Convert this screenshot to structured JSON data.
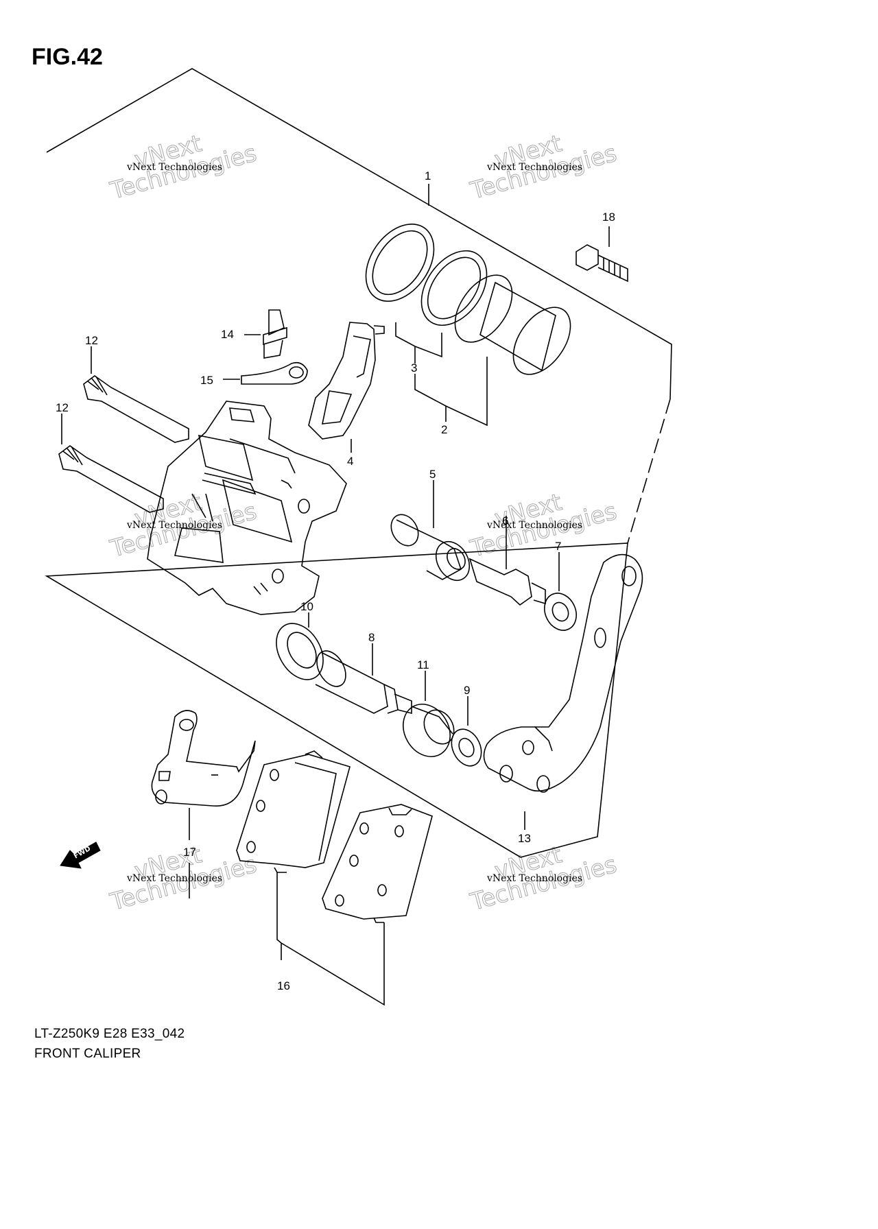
{
  "figure": {
    "title": "FIG.42",
    "code": "LT-Z250K9 E28 E33_042",
    "caption": "FRONT CALIPER"
  },
  "callouts": [
    "1",
    "2",
    "3",
    "4",
    "5",
    "6",
    "7",
    "8",
    "9",
    "10",
    "11",
    "12",
    "12",
    "13",
    "14",
    "15",
    "16",
    "17",
    "18"
  ],
  "watermark": {
    "line1": "vNext Technologies",
    "line2": "vNext",
    "line3": "Technologies"
  },
  "fwd_label": "FWD"
}
